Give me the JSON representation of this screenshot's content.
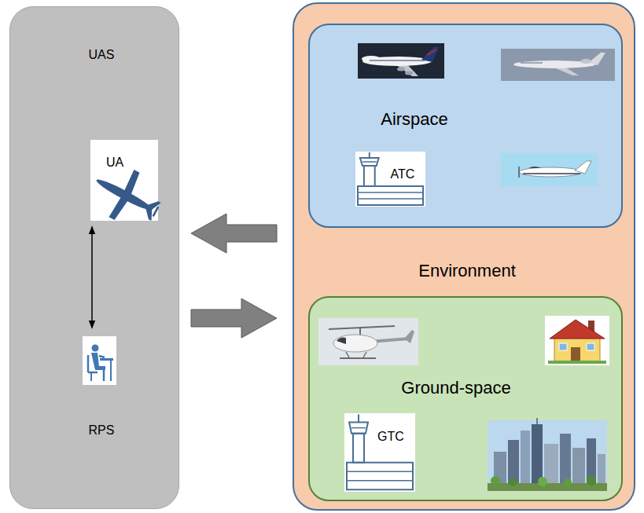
{
  "diagram": {
    "nodes": [
      {
        "text": [
          "UAS"
        ]
      },
      {
        "text": [
          "UA"
        ],
        "in": 0
      },
      {
        "text": [
          "RPS"
        ],
        "in": 0
      },
      {
        "text": [
          "Environment"
        ]
      },
      {
        "text": [
          "Airspace"
        ],
        "in": 3
      },
      {
        "text": [
          "ATC"
        ],
        "in": 4
      },
      {
        "text": [
          "Ground-space"
        ],
        "in": 3
      },
      {
        "text": [
          "GTC"
        ],
        "in": 6
      }
    ],
    "edges": [
      {
        "from": 1,
        "to": 2,
        "arrow": "both"
      },
      {
        "from": 3,
        "to": 0,
        "arrow": "to"
      },
      {
        "from": 0,
        "to": 3,
        "arrow": "to"
      }
    ]
  }
}
